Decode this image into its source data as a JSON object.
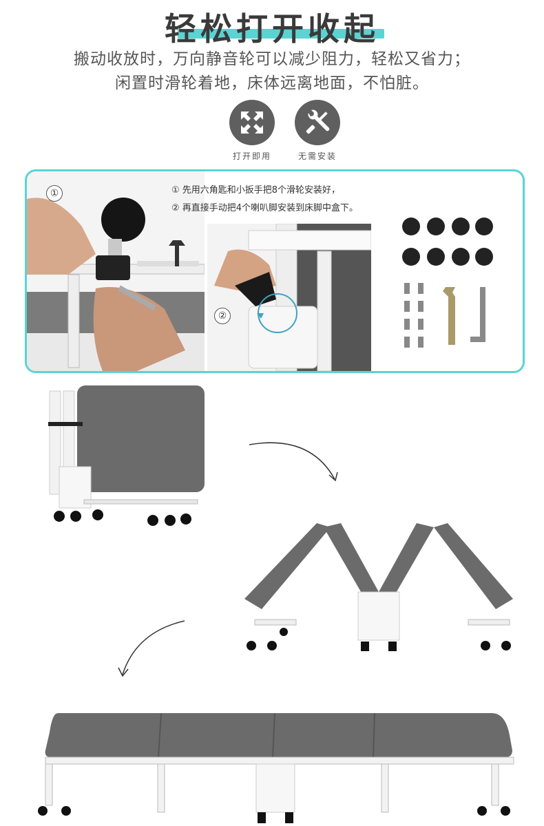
{
  "header": {
    "title": "轻松打开收起",
    "line1": "搬动收放时，万向静音轮可以减少阻力，轻松又省力；",
    "line2": "闲置时滑轮着地，床体远离地面，不怕脏。"
  },
  "features": [
    {
      "label": "打开即用",
      "icon": "expand-arrows-icon"
    },
    {
      "label": "无需安装",
      "icon": "wrench-screwdriver-icon"
    }
  ],
  "install": {
    "step1_badge": "①",
    "step2_badge": "②",
    "instruction1": "① 先用六角匙和小扳手把8个滑轮安装好，",
    "instruction2": "② 再直接手动把4个喇叭脚安装到床脚中盒下。"
  },
  "colors": {
    "accent": "#5bd3d2",
    "fabric": "#6b6b6b",
    "frame": "#f2f2f2",
    "icon_bg": "#5f5f5f"
  }
}
